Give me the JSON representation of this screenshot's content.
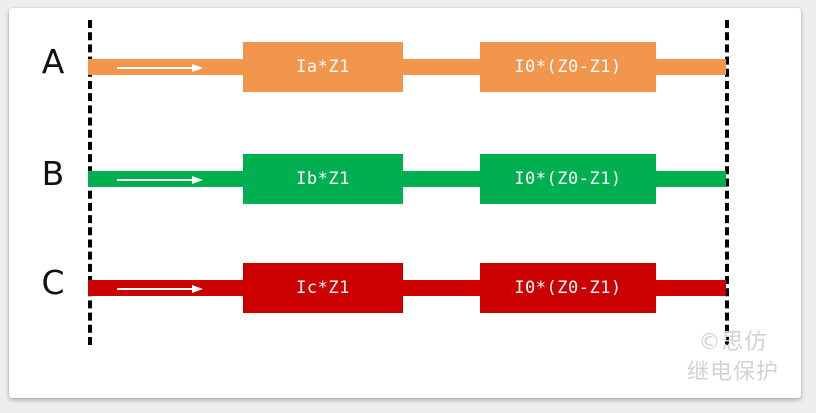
{
  "figure": {
    "background_color": "#eeeeee",
    "card_color": "#ffffff",
    "reference_line_color": "#000000"
  },
  "rows": [
    {
      "id": "A",
      "label": "A",
      "color": "#f3964d",
      "arrow_color": "#ffffff",
      "arrow_direction": "right",
      "segments": [
        {
          "name": "segment-impedance",
          "label": "Ia*Z1"
        },
        {
          "name": "segment-zero-sequence",
          "label": "I0*(Z0-Z1)"
        }
      ]
    },
    {
      "id": "B",
      "label": "B",
      "color": "#00b050",
      "arrow_color": "#ffffff",
      "arrow_direction": "right",
      "segments": [
        {
          "name": "segment-impedance",
          "label": "Ib*Z1"
        },
        {
          "name": "segment-zero-sequence",
          "label": "I0*(Z0-Z1)"
        }
      ]
    },
    {
      "id": "C",
      "label": "C",
      "color": "#cc0000",
      "arrow_color": "#ffffff",
      "arrow_direction": "right",
      "segments": [
        {
          "name": "segment-impedance",
          "label": "Ic*Z1"
        },
        {
          "name": "segment-zero-sequence",
          "label": "I0*(Z0-Z1)"
        }
      ]
    }
  ],
  "watermark": {
    "line1": "©思仿",
    "line2": "继电保护",
    "color": "#d2d2d2"
  }
}
